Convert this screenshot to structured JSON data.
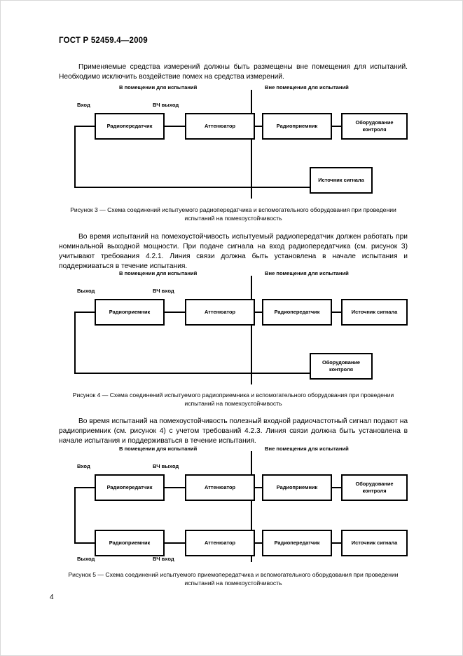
{
  "document": {
    "standard_header": "ГОСТ Р 52459.4—2009",
    "page_number": "4"
  },
  "paragraphs": {
    "p1": "Применяемые средства измерений должны быть размещены вне помещения для испытаний. Необходимо исключить воздействие помех на средства измерений.",
    "p2": "Во время испытаний на помехоустойчивость испытуемый радиопередатчик должен работать при номинальной выходной мощности. При подаче сигнала на вход радиопередатчика (см. рисунок 3) учитывают требования 4.2.1. Линия связи должна быть установлена в начале испытания и поддерживаться в течение испытания.",
    "p3": "Во время испытаний на помехоустойчивость полезный входной радиочастотный сигнал подают на радиоприемник (см. рисунок 4) с учетом требований 4.2.3. Линия связи должна быть установлена в начале испытания и поддерживаться в течение испытания."
  },
  "captions": {
    "fig3": "Рисунок 3 — Схема соединений испытуемого радиопередатчика и вспомогательного оборудования при проведении испытаний на помехоустойчивость",
    "fig4": "Рисунок 4 — Схема соединений испытуемого радиоприемника и вспомогательного оборудования при проведении испытаний на помехоустойчивость",
    "fig5": "Рисунок 5 — Схема соединений испытуемого приемопередатчика и вспомогательного оборудования при проведении испытаний на помехоустойчивость"
  },
  "zones": {
    "inside": "В помещении для испытаний",
    "outside": "Вне помещения для испытаний"
  },
  "ports": {
    "input": "Вход",
    "output": "Выход",
    "rf_output": "ВЧ выход",
    "rf_input": "ВЧ вход"
  },
  "blocks": {
    "transmitter": "Радиопередатчик",
    "receiver": "Радиоприемник",
    "attenuator": "Аттенюатор",
    "monitoring_equipment": "Оборудование контроля",
    "signal_source": "Источник сигнала"
  },
  "figures": [
    {
      "id": "figure-3",
      "number": "3",
      "port_top_left": "Вход",
      "port_top_mid": "ВЧ выход",
      "boxes": [
        {
          "name": "transmitter",
          "label": "Радиопередатчик",
          "zone": "inside",
          "row": 1
        },
        {
          "name": "attenuator",
          "label": "Аттенюатор",
          "zone": "inside",
          "row": 1
        },
        {
          "name": "receiver",
          "label": "Радиоприемник",
          "zone": "outside",
          "row": 1
        },
        {
          "name": "monitoring-equipment",
          "label": "Оборудование контроля",
          "zone": "outside",
          "row": 1
        },
        {
          "name": "signal-source",
          "label": "Источник сигнала",
          "zone": "outside",
          "row": 2
        }
      ]
    },
    {
      "id": "figure-4",
      "number": "4",
      "port_top_left": "Выход",
      "port_top_mid": "ВЧ вход",
      "boxes": [
        {
          "name": "receiver",
          "label": "Радиоприемник",
          "zone": "inside",
          "row": 1
        },
        {
          "name": "attenuator",
          "label": "Аттенюатор",
          "zone": "inside",
          "row": 1
        },
        {
          "name": "transmitter",
          "label": "Радиопередатчик",
          "zone": "outside",
          "row": 1
        },
        {
          "name": "signal-source",
          "label": "Источник сигнала",
          "zone": "outside",
          "row": 1
        },
        {
          "name": "monitoring-equipment",
          "label": "Оборудование контроля",
          "zone": "outside",
          "row": 2
        }
      ]
    },
    {
      "id": "figure-5",
      "number": "5",
      "port_top_left": "Вход",
      "port_top_mid": "ВЧ выход",
      "port_bottom_left": "Выход",
      "port_bottom_mid": "ВЧ вход",
      "boxes": [
        {
          "name": "transmitter",
          "label": "Радиопередатчик",
          "zone": "inside",
          "row": 1
        },
        {
          "name": "attenuator",
          "label": "Аттенюатор",
          "zone": "inside",
          "row": 1
        },
        {
          "name": "receiver",
          "label": "Радиоприемник",
          "zone": "outside",
          "row": 1
        },
        {
          "name": "monitoring-equipment",
          "label": "Оборудование контроля",
          "zone": "outside",
          "row": 1
        },
        {
          "name": "receiver",
          "label": "Радиоприемник",
          "zone": "inside",
          "row": 2
        },
        {
          "name": "attenuator",
          "label": "Аттенюатор",
          "zone": "inside",
          "row": 2
        },
        {
          "name": "transmitter",
          "label": "Радиопередатчик",
          "zone": "outside",
          "row": 2
        },
        {
          "name": "signal-source",
          "label": "Источник сигнала",
          "zone": "outside",
          "row": 2
        }
      ]
    }
  ],
  "colors": {
    "ink": "#000000",
    "paper": "#ffffff",
    "backdrop": "#8a8a8a"
  }
}
